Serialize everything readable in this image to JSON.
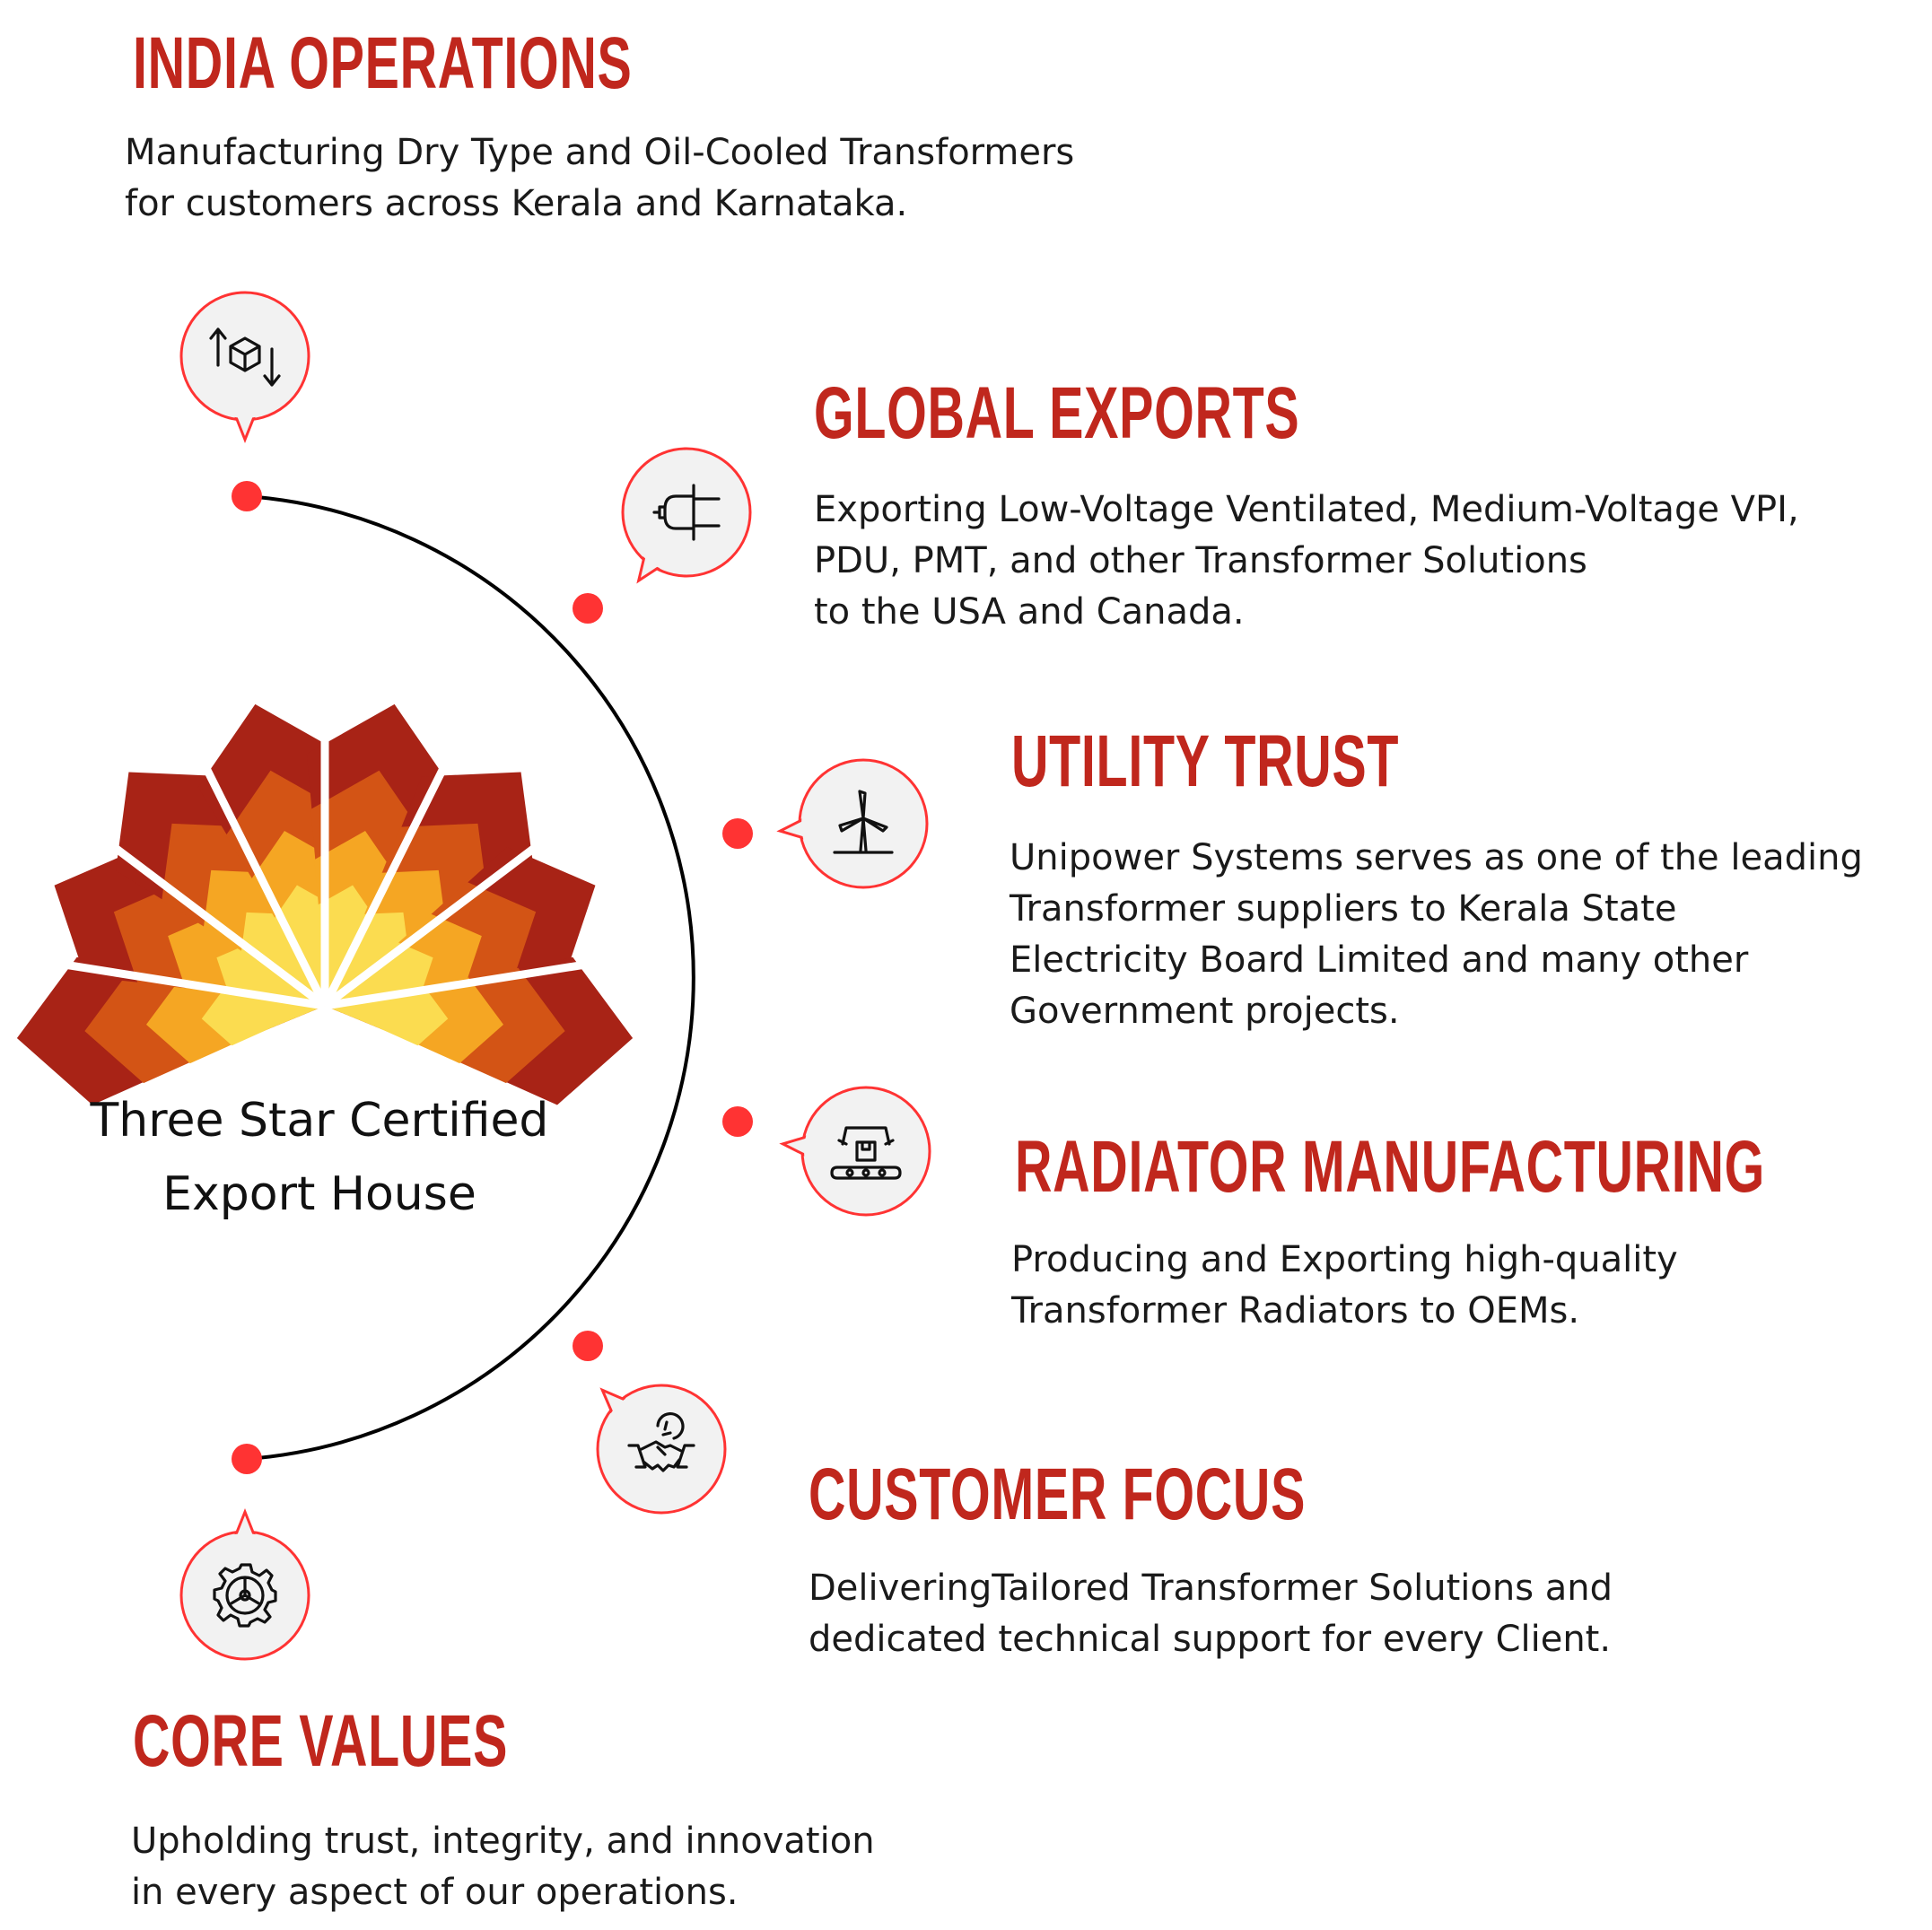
{
  "colors": {
    "accent": "#c0271d",
    "dot": "#ff3333",
    "bubble_fill": "#f2f2f2",
    "petal_outer": "#a82316",
    "petal_mid": "#d35415",
    "petal_inner": "#f5a623",
    "petal_core": "#fbdc50"
  },
  "certification": {
    "line1": "Three Star Certified",
    "line2": "Export House"
  },
  "sections": [
    {
      "title": "INDIA OPERATIONS",
      "icon": "product-exchange-icon",
      "lines": [
        "Manufacturing Dry Type and Oil-Cooled Transformers",
        "for customers across Kerala and Karnataka."
      ]
    },
    {
      "title": "GLOBAL EXPORTS",
      "icon": "power-plug-icon",
      "lines": [
        "Exporting Low-Voltage Ventilated, Medium-Voltage VPI,",
        "PDU, PMT, and other Transformer Solutions",
        "to the USA and Canada."
      ]
    },
    {
      "title": "UTILITY TRUST",
      "icon": "wind-turbine-icon",
      "lines": [
        "Unipower Systems serves as one of the leading",
        "Transformer suppliers to Kerala State",
        "Electricity Board Limited and many other",
        "Government projects."
      ]
    },
    {
      "title": "RADIATOR MANUFACTURING",
      "icon": "robot-arm-conveyor-icon",
      "lines": [
        "Producing and Exporting high-quality",
        "Transformer Radiators to OEMs."
      ]
    },
    {
      "title": "CUSTOMER FOCUS",
      "icon": "handshake-support-icon",
      "lines": [
        "DeliveringTailored Transformer Solutions and",
        "dedicated technical support for every Client."
      ]
    },
    {
      "title": "CORE VALUES",
      "icon": "gear-icon",
      "lines": [
        "Upholding trust, integrity, and innovation",
        "in every aspect of our operations."
      ]
    }
  ]
}
